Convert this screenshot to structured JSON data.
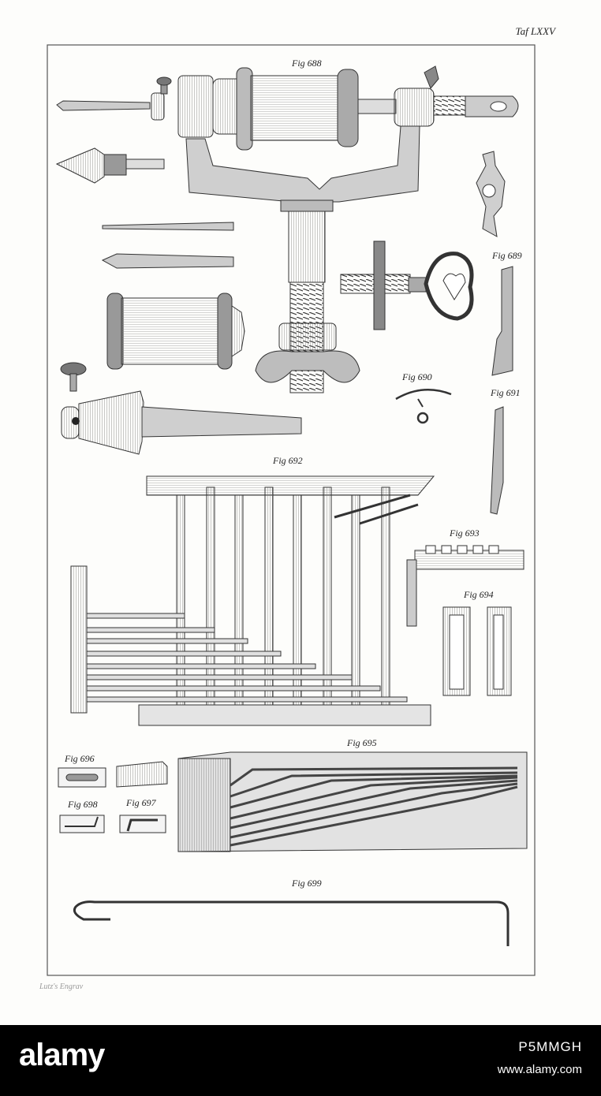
{
  "plate": {
    "number": "Taf LXXV",
    "engraver": "Lutz's Engrav",
    "figures": {
      "f688": "Fig 688",
      "f689": "Fig 689",
      "f690": "Fig 690",
      "f691": "Fig 691",
      "f692": "Fig 692",
      "f693": "Fig 693",
      "f694": "Fig 694",
      "f695": "Fig 695",
      "f696": "Fig 696",
      "f697": "Fig 697",
      "f698": "Fig 698",
      "f699": "Fig 699"
    }
  },
  "watermark": {
    "brand": "alamy",
    "image_code": "P5MMGH",
    "site": "www.alamy.com"
  }
}
